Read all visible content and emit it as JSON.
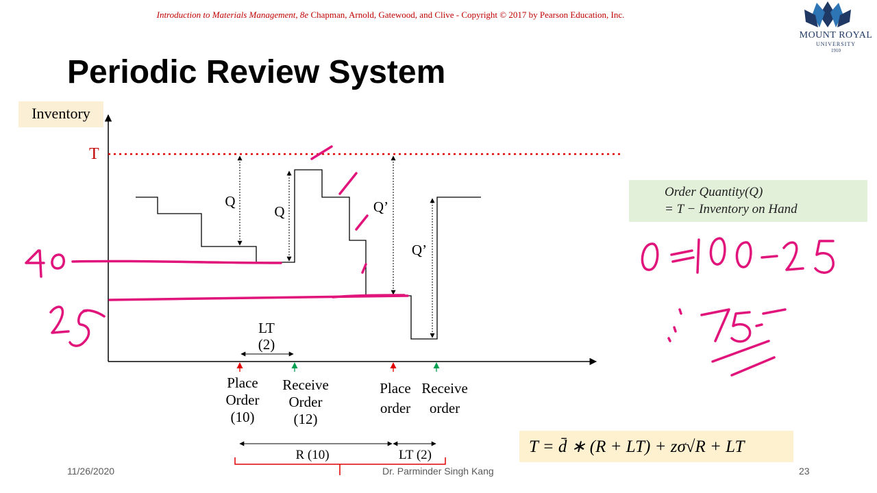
{
  "header": {
    "copyright_book": "Introduction to Materials Management, 8e",
    "copyright_rest": " Chapman, Arnold, Gatewood, and Clive - Copyright © 2017 by Pearson Education, Inc."
  },
  "logo": {
    "name": "MOUNT ROYAL",
    "sub": "UNIVERSITY",
    "year": "1910",
    "color": "#1f3864"
  },
  "slide": {
    "title": "Periodic Review System",
    "date": "11/26/2020",
    "author": "Dr. Parminder Singh Kang",
    "page": "23"
  },
  "chart": {
    "y_axis_label": "Inventory",
    "target_label": "T",
    "q1_label": "Q",
    "q2_label": "Q",
    "q3_label": "Q’",
    "q4_label": "Q’",
    "lt_top_label": "LT",
    "lt_top_value": "(2)",
    "events": [
      {
        "line1": "Place",
        "line2": "Order",
        "line3": "(10)"
      },
      {
        "line1": "Receive",
        "line2": "Order",
        "line3": "(12)"
      },
      {
        "line1": "Place",
        "line2": "order"
      },
      {
        "line1": "Receive",
        "line2": "order"
      }
    ],
    "r_label": "R (10)",
    "lt_bottom_label": "LT (2)"
  },
  "order_quantity": {
    "line1": "Order Quantity(Q)",
    "line2": "= T − Inventory on Hand"
  },
  "formula": "T = d̄ ∗ (R + LT) + zσ√R + LT",
  "colors": {
    "target": "#e00000",
    "ink": "#e0147a",
    "place_arrow": "#e00000",
    "receive_arrow": "#00a050",
    "bracket": "#e00000"
  }
}
